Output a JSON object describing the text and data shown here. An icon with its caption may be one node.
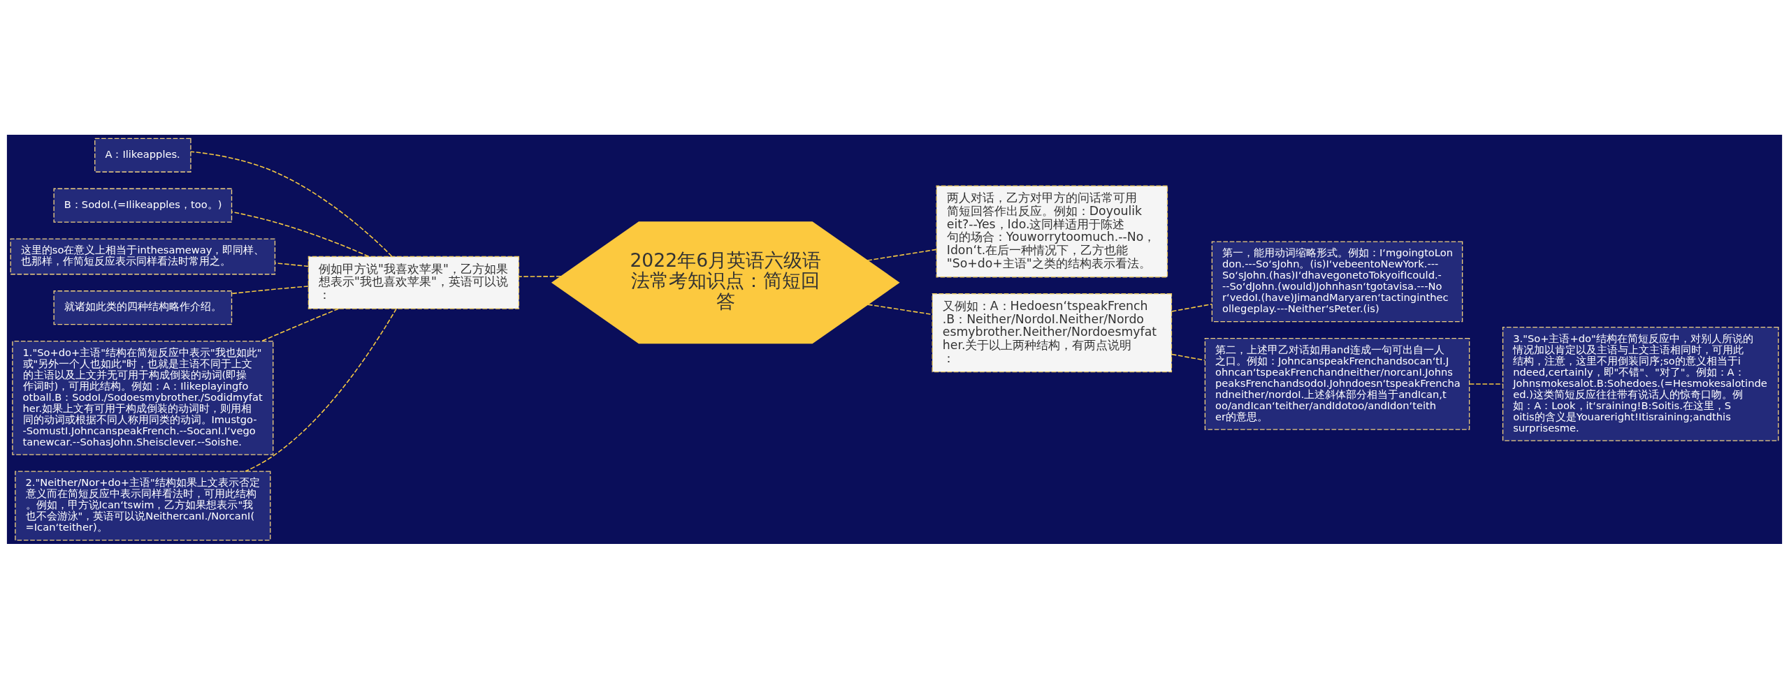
{
  "diagram": {
    "nodes": [
      {
        "text": [
          "2022年6月英语六级语法常考知识点：简短回答"
        ]
      },
      {
        "text": [
          "例如甲方说\"我喜欢苹果\"，乙方如果想表示\"我也喜欢苹果\"，英语可以说："
        ]
      },
      {
        "text": [
          "A：Ilikeapples."
        ]
      },
      {
        "text": [
          "B：SodoI.(=Ilikeapples，too。)"
        ]
      },
      {
        "text": [
          "这里的so在意义上相当于inthesameway，即同样、也那样，作简短反应表示同样看法时常用之。"
        ]
      },
      {
        "text": [
          "就诸如此类的四种结构略作介绍。"
        ]
      },
      {
        "text": [
          "1.\"So+do+主语\"结构在简短反应中表示\"我也如此\"或\"另外一个人也如此\"时，也就是主语不同于上文的主语以及上文并无可用于构成倒装的动词(即操作词时)，可用此结构。例如：A：Ilikeplayingfootball.B：SodoI./Sodoesmybrother./Sodidmyfather.如果上文有可用于构成倒装的动词时，则用相同的动词或根据不同人称用同类的动词。Imustgo--SomustI.JohncanspeakFrench.--SocanI.I‘vegotanewcar.--SohasJohn.Sheisclever.--Soishe."
        ]
      },
      {
        "text": [
          "2.\"Neither/Nor+do+主语\"结构如果上文表示否定意义而在简短反应中表示同样看法时，可用此结构。例如，甲方说Ican‘tswim，乙方如果想表示\"我也不会游泳\"，英语可以说NeithercanI./NorcanI(=Ican‘teither)。"
        ]
      },
      {
        "text": [
          "两人对话，乙方对甲方的问话常可用简短回答作出反应。例如：Doyoulikeit?--Yes，Ido.这同样适用于陈述句的场合：Youworrytoomuch.--No，Idon‘t.在后一种情况下，乙方也能\"So+do+主语\"之类的结构表示看法。"
        ]
      },
      {
        "text": [
          "又例如：A：Hedoesn‘tspeakFrench.B：Neither/NordoI.Neither/Nordoesmybrother.Neither/Nordoesmyfather.关于以上两种结构，有两点说明："
        ]
      },
      {
        "text": [
          "第一，能用动词缩略形式。例如：I‘mgoingtoLondon.---So‘sJohn。(is)I‘vebeentoNewYork.---So‘sJohn.(has)I‘dhavegonetoTokyoifIcould.---So‘dJohn.(would)Johnhasn‘tgotavisa.---Nor‘vedoI.(have)JimandMaryaren‘tactinginthecollegeplay.---Neither‘sPeter.(is)"
        ]
      },
      {
        "text": [
          "第二，上述甲乙对话如用and连成一句可出自一人之口。例如：JohncanspeakFrenchandsocan‘tI.Johncan‘tspeakFrenchandneither/norcanI.JohnspeaksFrenchandsodoI.Johndoesn‘tspeakFrenchandneither/nordoI.上述斜体部分相当于andIcan,too/andIcan‘teither/andIdotoo/andIdon‘teither的意思。"
        ]
      },
      {
        "text": [
          "3.\"So+主语+do\"结构在简短反应中，对别人所说的情况加以肯定以及主语与上文主语相同时，可用此结构，注意，这里不用倒装同序;so的意义相当于indeed,certainly，即\"不错\"、\"对了\"。例如：A：Johnsmokesalot.B:Sohedoes.(=Hesmokesalotindeed.)这类简短反应往往带有说话人的惊奇口吻。例如：A：Look，it‘sraining!B:Soitis.在这里，Soitis的含义是Youareright!Itisraining;andthissurprisesme."
        ]
      }
    ],
    "edges": [
      {
        "from": 0,
        "to": 1,
        "arrow": "none"
      },
      {
        "from": 1,
        "to": 2,
        "arrow": "none"
      },
      {
        "from": 1,
        "to": 3,
        "arrow": "none"
      },
      {
        "from": 1,
        "to": 4,
        "arrow": "none"
      },
      {
        "from": 1,
        "to": 5,
        "arrow": "none"
      },
      {
        "from": 1,
        "to": 6,
        "arrow": "none"
      },
      {
        "from": 1,
        "to": 7,
        "arrow": "none"
      },
      {
        "from": 0,
        "to": 8,
        "arrow": "none"
      },
      {
        "from": 0,
        "to": 9,
        "arrow": "none"
      },
      {
        "from": 9,
        "to": 10,
        "arrow": "none"
      },
      {
        "from": 9,
        "to": 11,
        "arrow": "none"
      },
      {
        "from": 11,
        "to": 12,
        "arrow": "none"
      }
    ]
  }
}
